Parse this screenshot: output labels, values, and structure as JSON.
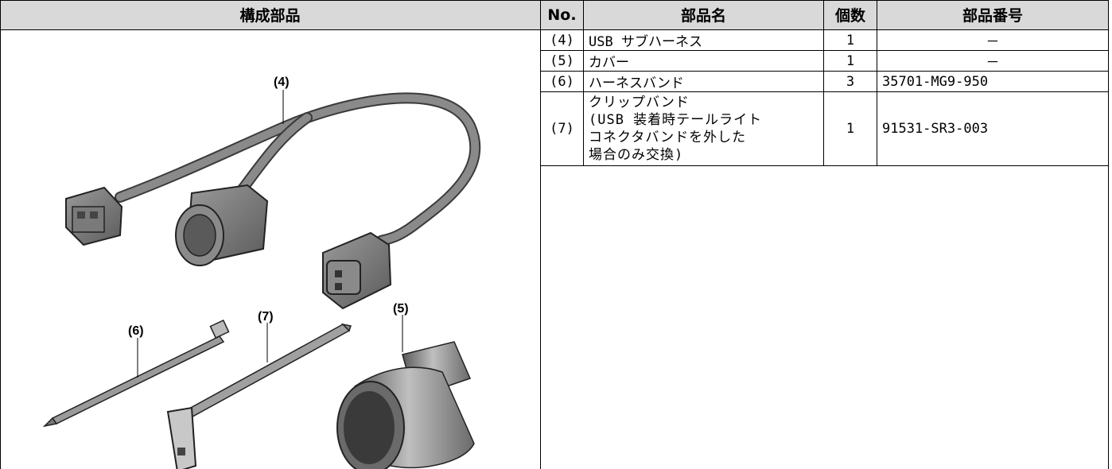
{
  "headers": {
    "components": "構成部品",
    "no": "No.",
    "part_name": "部品名",
    "quantity": "個数",
    "part_number": "部品番号"
  },
  "rows": [
    {
      "no": "(4)",
      "name": "USB サブハーネス",
      "qty": "1",
      "part_no": "－"
    },
    {
      "no": "(5)",
      "name": "カバー",
      "qty": "1",
      "part_no": "－"
    },
    {
      "no": "(6)",
      "name": "ハーネスバンド",
      "qty": "3",
      "part_no": "35701-MG9-950"
    },
    {
      "no": "(7)",
      "name_lines": [
        "クリップバンド",
        "(USB 装着時テールライト",
        "コネクタバンドを外した",
        "場合のみ交換)"
      ],
      "qty": "1",
      "part_no": "91531-SR3-003"
    }
  ],
  "illustration": {
    "labels": {
      "harness": "(4)",
      "cover": "(5)",
      "band": "(6)",
      "clip_band": "(7)"
    }
  }
}
